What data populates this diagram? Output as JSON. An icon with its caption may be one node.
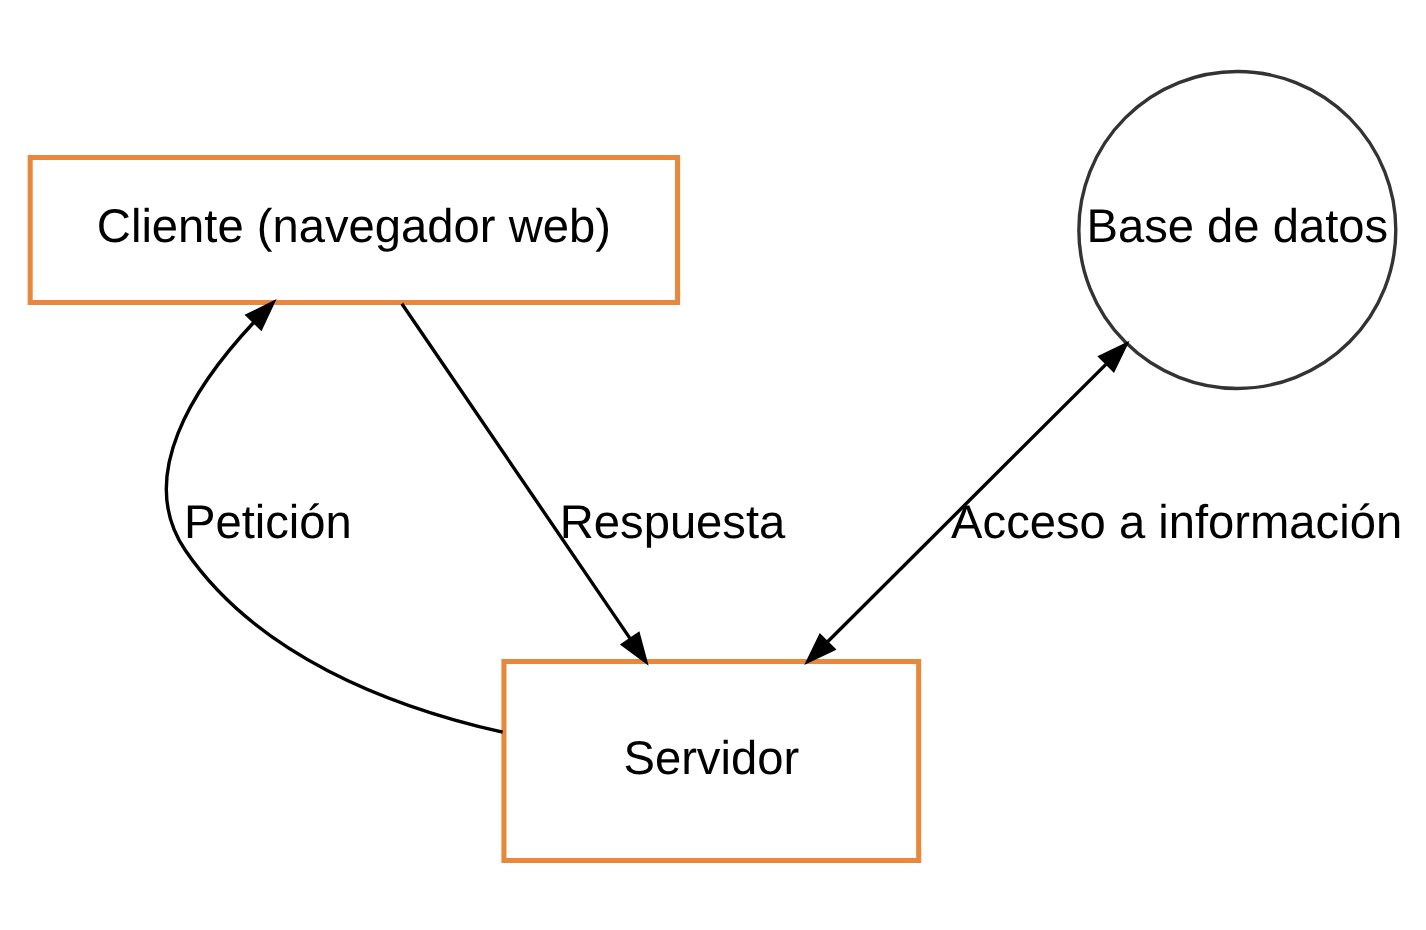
{
  "diagram": {
    "nodes": [
      {
        "text": [
          "Base de datos"
        ]
      },
      {
        "text": [
          "Cliente (navegador web)"
        ]
      },
      {
        "text": [
          "Servidor"
        ]
      }
    ],
    "edges": [
      {
        "from": 2,
        "to": 0,
        "arrow": "both",
        "label": "Acceso a información"
      },
      {
        "from": 2,
        "to": 1,
        "arrow": "to",
        "label": "Petición"
      },
      {
        "from": 1,
        "to": 2,
        "arrow": "to",
        "label": "Respuesta"
      }
    ]
  }
}
